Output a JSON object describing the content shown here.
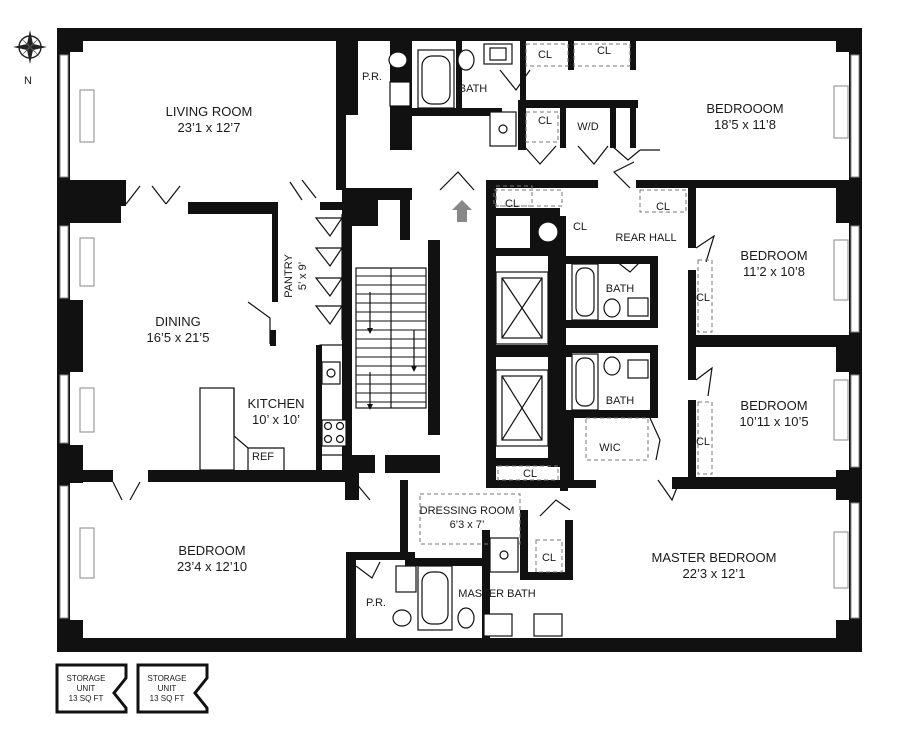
{
  "compass": {
    "north_label": "N"
  },
  "rooms": {
    "living_room": {
      "name": "LIVING ROOM",
      "dims": "23’1 x 12’7"
    },
    "dining": {
      "name": "DINING",
      "dims": "16’5 x 21’5"
    },
    "kitchen": {
      "name": "KITCHEN",
      "dims": "10’ x 10’"
    },
    "pantry": {
      "name": "PANTRY",
      "dims": "5’ x 9’"
    },
    "bedroom_sw": {
      "name": "BEDROOM",
      "dims": "23’4 x 12’10"
    },
    "bedroom_ne": {
      "name": "BEDROOOM",
      "dims": "18’5 x 11’8"
    },
    "bedroom_e1": {
      "name": "BEDROOM",
      "dims": "11’2 x 10’8"
    },
    "bedroom_e2": {
      "name": "BEDROOM",
      "dims": "10’11 x 10’5"
    },
    "master_bedroom": {
      "name": "MASTER BEDROOM",
      "dims": "22’3 x 12’1"
    },
    "dressing_room": {
      "name": "DRESSING ROOM",
      "dims": "6’3 x 7’"
    },
    "master_bath": {
      "name": "MASTER BATH"
    },
    "rear_hall": {
      "name": "REAR HALL"
    },
    "bath_top": {
      "name": "BATH"
    },
    "bath_mid1": {
      "name": "BATH"
    },
    "bath_mid2": {
      "name": "BATH"
    },
    "pr_top": {
      "name": "P.R."
    },
    "pr_bottom": {
      "name": "P.R."
    },
    "wd": {
      "name": "W/D"
    },
    "wic": {
      "name": "WIC"
    },
    "ref": {
      "name": "REF"
    }
  },
  "closet_label": "CL",
  "storage_units": [
    {
      "line1": "STORAGE",
      "line2": "UNIT",
      "line3": "13 SQ FT"
    },
    {
      "line1": "STORAGE",
      "line2": "UNIT",
      "line3": "13 SQ FT"
    }
  ]
}
